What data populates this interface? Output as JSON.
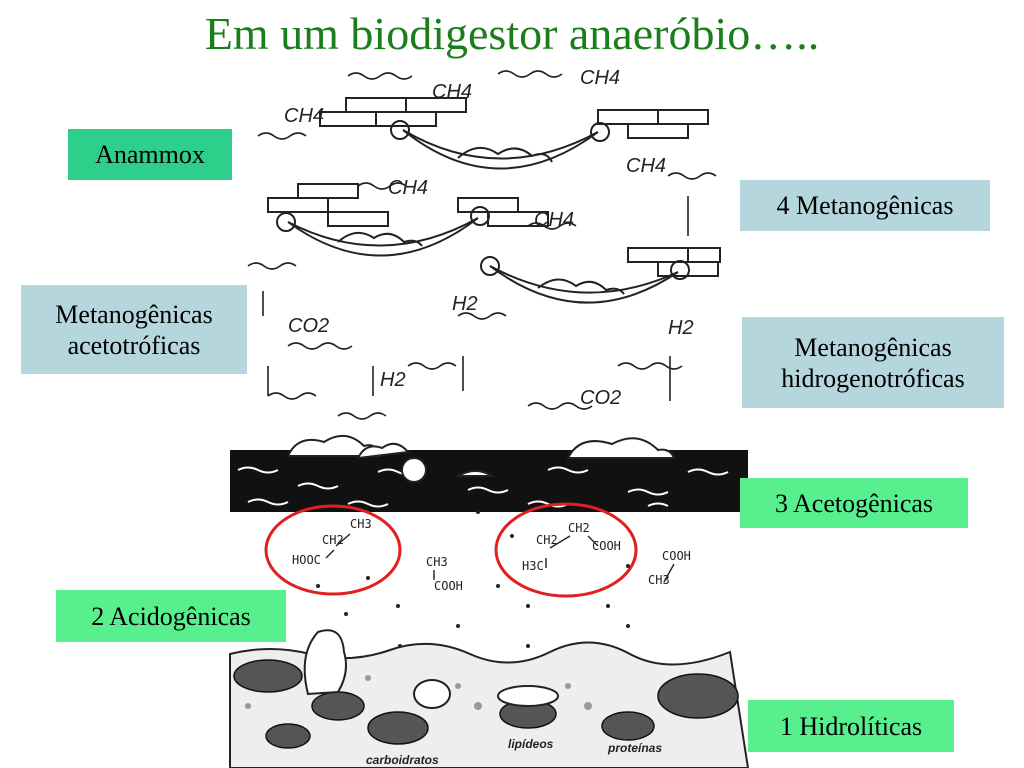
{
  "title": "Em um biodigestor anaeróbio…..",
  "labels": {
    "anammox": "Anammox",
    "metano4": "4 Metanogênicas",
    "acetotroficas": "Metanogênicas\nacetotróficas",
    "hidrogenotroficas": "Metanogênicas\nhidrogenotróficas",
    "acetogenicas": "3 Acetogênicas",
    "acidogenicas": "2 Acidogênicas",
    "hidroliticas": "1 Hidrolíticas"
  },
  "colors": {
    "title": "#1a7f1a",
    "green_box": "#2ecf8a",
    "blue_box": "#b5d6dc",
    "light_green_box": "#58f08e",
    "circle": "#e02020"
  },
  "illustration": {
    "gas_labels": [
      "CH4",
      "CH4",
      "CH4",
      "CH4",
      "CH4",
      "CH4",
      "CO2",
      "H2",
      "H2",
      "H2",
      "CO2"
    ],
    "molecules": [
      "CH3",
      "CH2",
      "HOOC",
      "CH3",
      "COOH",
      "CH2",
      "CH2",
      "COOH",
      "H3C",
      "COOH",
      "CH3"
    ],
    "bottom_labels": [
      "carboidratos",
      "lipídeos",
      "proteínas"
    ]
  }
}
